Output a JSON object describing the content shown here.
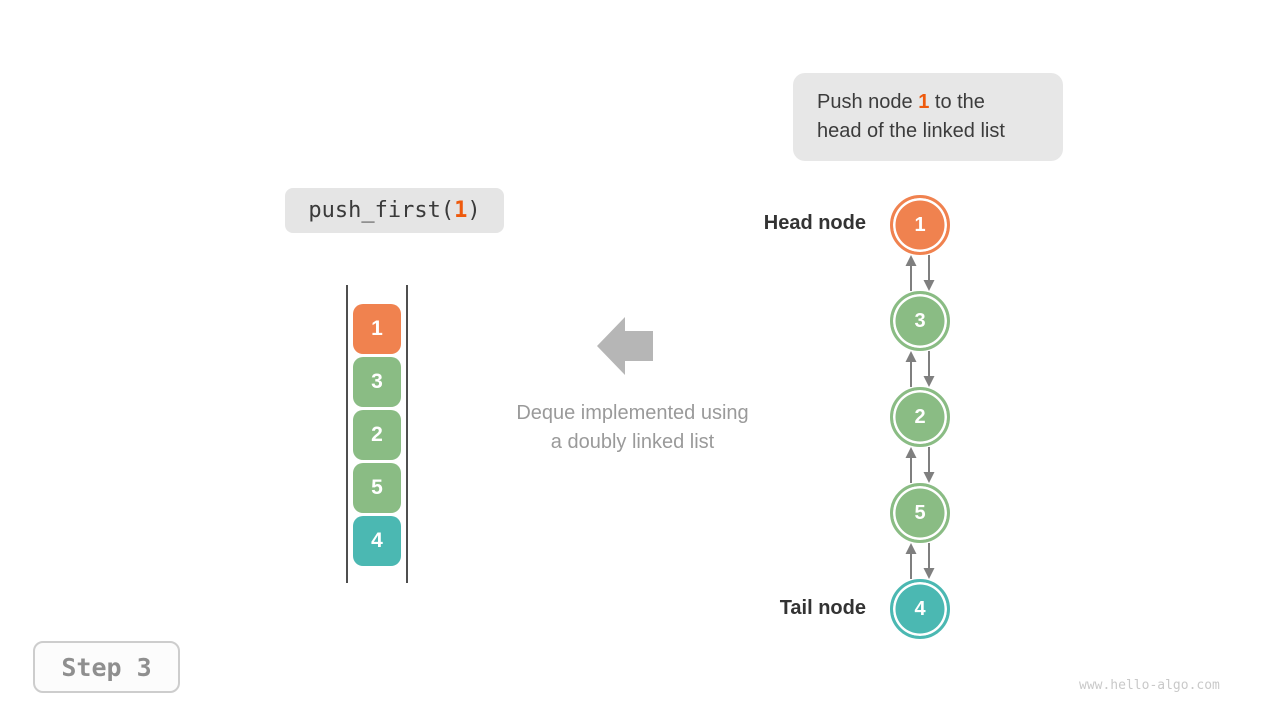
{
  "explanation_box": {
    "line1_prefix": "Push node ",
    "highlight": "1",
    "line1_suffix": " to the",
    "line2": "head of the linked list"
  },
  "code_box": {
    "prefix": "push_first(",
    "arg": "1",
    "suffix": ")"
  },
  "deque_array": {
    "items": [
      {
        "value": "1",
        "color": "#f0824f"
      },
      {
        "value": "3",
        "color": "#8abc84"
      },
      {
        "value": "2",
        "color": "#8abc84"
      },
      {
        "value": "5",
        "color": "#8abc84"
      },
      {
        "value": "4",
        "color": "#4bb8b2"
      }
    ]
  },
  "center": {
    "caption_line1": "Deque implemented using",
    "caption_line2": "a doubly linked list"
  },
  "linked_list": {
    "head_label": "Head node",
    "tail_label": "Tail node",
    "nodes": [
      {
        "value": "1",
        "color": "#f0824f"
      },
      {
        "value": "3",
        "color": "#8abc84"
      },
      {
        "value": "2",
        "color": "#8abc84"
      },
      {
        "value": "5",
        "color": "#8abc84"
      },
      {
        "value": "4",
        "color": "#4bb8b2"
      }
    ]
  },
  "step_badge": {
    "label": "Step 3"
  },
  "watermark": "www.hello-algo.com",
  "colors": {
    "highlight_orange": "#ee5a0d",
    "node_orange": "#f0824f",
    "node_green": "#8abc84",
    "node_teal": "#4bb8b2",
    "link_arrow_gray": "#7f7f7f",
    "big_arrow_gray": "#b6b6b6",
    "box_gray": "#e7e7e7"
  }
}
